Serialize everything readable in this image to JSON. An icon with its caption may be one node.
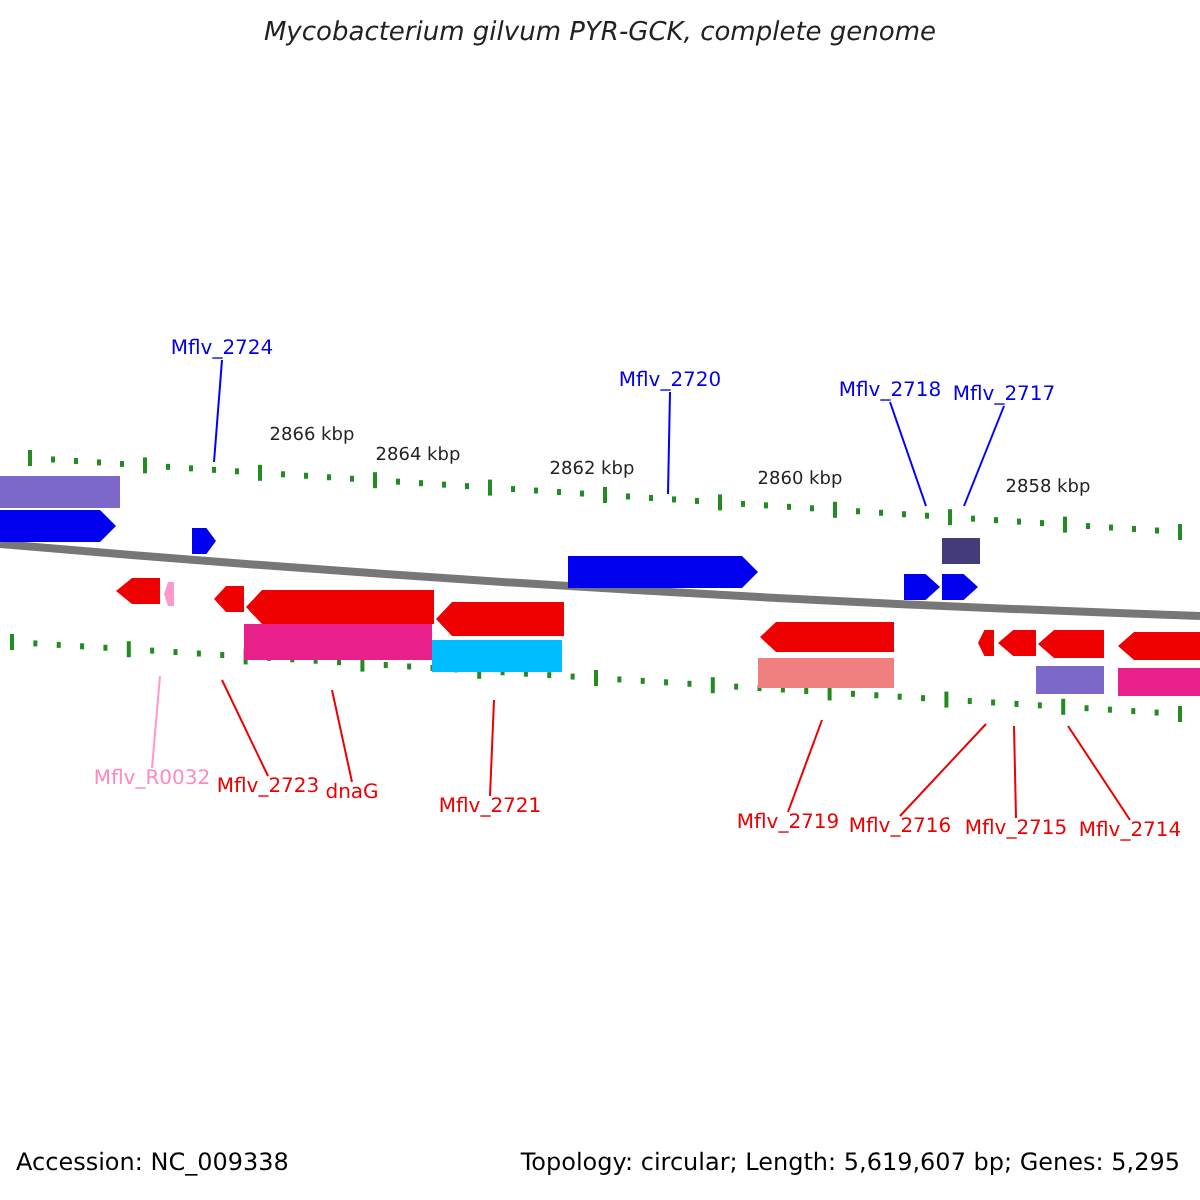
{
  "diagram": {
    "title": "Mycobacterium gilvum PYR-GCK, complete genome",
    "nodes": [
      {
        "text": [
          "Mflv_2724"
        ]
      },
      {
        "text": [
          "Mflv_2720"
        ]
      },
      {
        "text": [
          "Mflv_2718"
        ]
      },
      {
        "text": [
          "Mflv_2717"
        ]
      },
      {
        "text": [
          "Mflv_R0032"
        ]
      },
      {
        "text": [
          "Mflv_2723"
        ]
      },
      {
        "text": [
          "dnaG"
        ]
      },
      {
        "text": [
          "Mflv_2721"
        ]
      },
      {
        "text": [
          "Mflv_2719"
        ]
      },
      {
        "text": [
          "Mflv_2716"
        ]
      },
      {
        "text": [
          "Mflv_2715"
        ]
      },
      {
        "text": [
          "Mflv_2714"
        ]
      }
    ],
    "edges": [
      {
        "from": 0,
        "to": null,
        "arrow": "none",
        "color": "#0000ff"
      },
      {
        "from": 1,
        "to": null,
        "arrow": "none",
        "color": "#0000ff"
      },
      {
        "from": 2,
        "to": null,
        "arrow": "none",
        "color": "#0000ff"
      },
      {
        "from": 3,
        "to": null,
        "arrow": "none",
        "color": "#0000ff"
      },
      {
        "from": 4,
        "to": null,
        "arrow": "none",
        "color": "#ff99cc"
      },
      {
        "from": 5,
        "to": null,
        "arrow": "none"
      },
      {
        "from": 6,
        "to": null,
        "arrow": "none"
      },
      {
        "from": 7,
        "to": null,
        "arrow": "none"
      },
      {
        "from": 8,
        "to": null,
        "arrow": "none"
      },
      {
        "from": 9,
        "to": null,
        "arrow": "none"
      },
      {
        "from": 10,
        "to": null,
        "arrow": "none"
      },
      {
        "from": 11,
        "to": null,
        "arrow": "none"
      }
    ],
    "labels": [
      "2866 kbp",
      "2864 kbp",
      "2862 kbp",
      "2860 kbp",
      "2858 kbp",
      "Accession: NC_009338",
      "Topology: circular; Length: 5,619,607 bp; Genes: 5,295"
    ]
  }
}
